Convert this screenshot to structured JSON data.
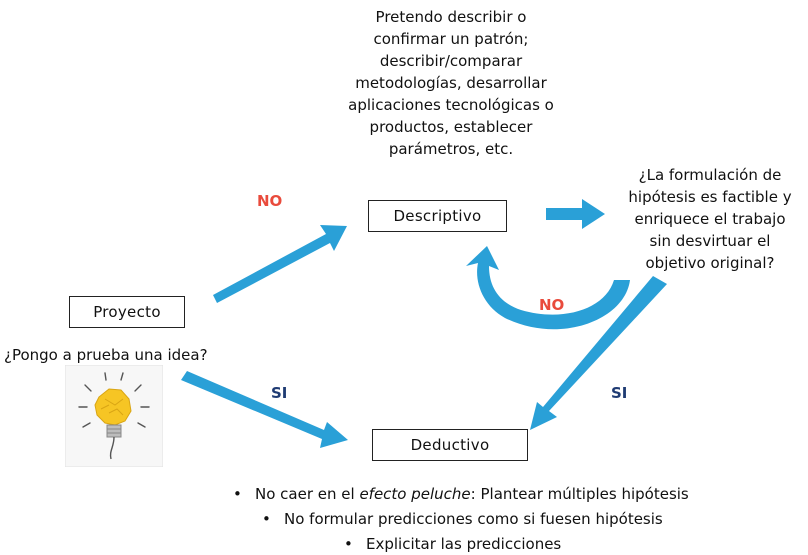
{
  "descriptive_criteria_text": [
    "Pretendo describir o",
    "confirmar un patrón;",
    "describir/comparar",
    "metodologías, desarrollar",
    "aplicaciones tecnológicas o",
    "productos, establecer",
    "parámetros, etc."
  ],
  "hypothesis_question_text": [
    "¿La formulación de",
    "hipótesis es factible y",
    "enriquece el trabajo",
    "sin desvirtuar el",
    "objetivo original?"
  ],
  "project_box": "Proyecto",
  "idea_question": "¿Pongo a prueba una idea?",
  "descriptive_box": "Descriptivo",
  "deductive_box": "Deductivo",
  "labels": {
    "no_to_descriptive": "NO",
    "no_loop": "NO",
    "si_to_deductive_left": "SI",
    "si_to_deductive_right": "SI"
  },
  "bullets": [
    {
      "pre": "No caer en el ",
      "em": "efecto peluche",
      "post": ": Plantear múltiples hipótesis"
    },
    {
      "pre": "No formular predicciones como si fuesen hipótesis",
      "em": "",
      "post": ""
    },
    {
      "pre": "Explicitar las predicciones",
      "em": "",
      "post": ""
    }
  ],
  "bullet_glyph": "•",
  "colors": {
    "arrow": "#2aa0d7",
    "no_label": "#e94b3c",
    "si_label": "#1f3b73"
  },
  "icons": {
    "idea": "lightbulb-crumpled-paper-icon"
  }
}
